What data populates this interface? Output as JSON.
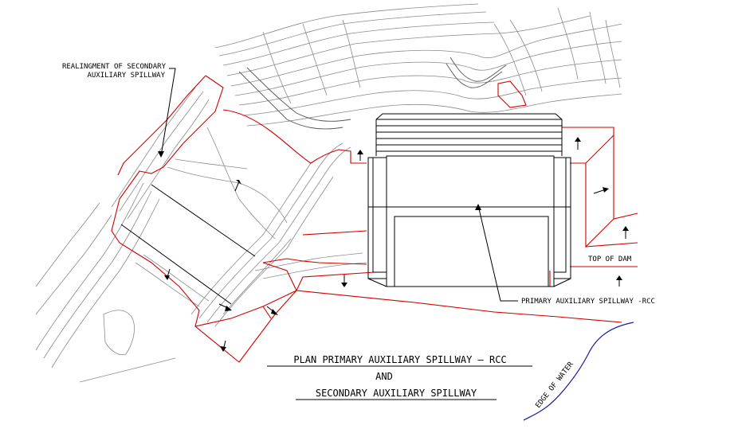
{
  "labels": {
    "realignment_line1": "REALINGMENT OF SECONDARY",
    "realignment_line2": "AUXILIARY SPILLWAY",
    "primary_spillway": "PRIMARY AUXILIARY SPILLWAY -RCC",
    "top_of_dam": "TOP OF DAM",
    "edge_of_water": "EDGE OF WATER"
  },
  "title": {
    "line1": "PLAN PRIMARY AUXILIARY SPILLWAY – RCC",
    "line2": "AND",
    "line3": "SECONDARY AUXILIARY SPILLWAY"
  },
  "colors": {
    "contour": "#8a8a8a",
    "boundary": "#d10000",
    "structure": "#000000",
    "water_edge": "#1a1aa0"
  }
}
